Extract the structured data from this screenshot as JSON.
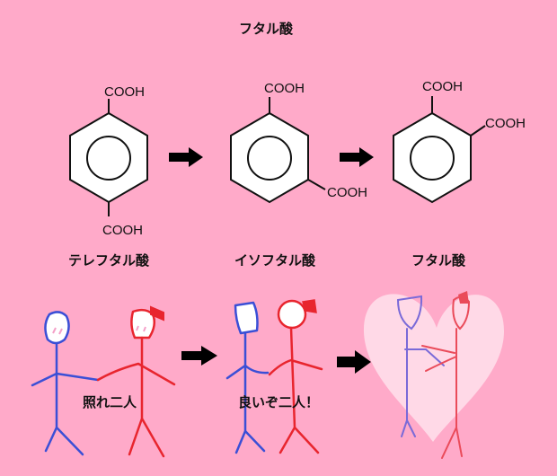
{
  "title": "フタル酸",
  "molecules": [
    {
      "name": "テレフタル酸",
      "groups": [
        "COOH",
        "COOH"
      ]
    },
    {
      "name": "イソフタル酸",
      "groups": [
        "COOH",
        "COOH"
      ]
    },
    {
      "name": "フタル酸",
      "groups": [
        "COOH",
        "COOH"
      ]
    }
  ],
  "couples": [
    {
      "caption": "照れ二人"
    },
    {
      "caption": "良いぞ二人！"
    }
  ],
  "colors": {
    "background": "#ffaac9",
    "boy": "#3a4fd6",
    "girl": "#e8252e",
    "heart": "#ffffff"
  }
}
